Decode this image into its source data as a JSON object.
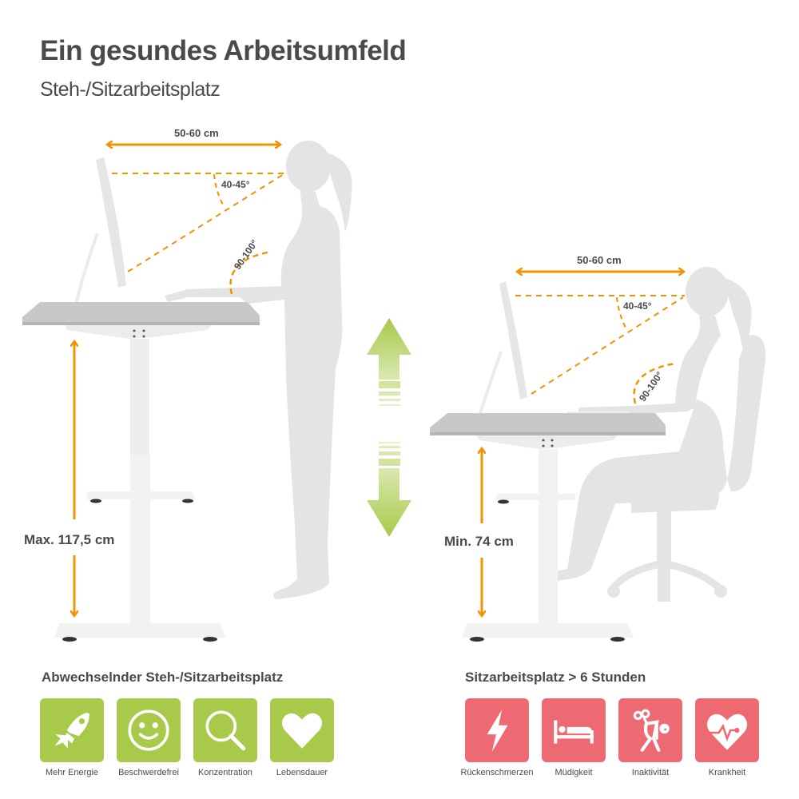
{
  "header": {
    "title": "Ein gesundes Arbeitsumfeld",
    "subtitle": "Steh-/Sitzarbeitsplatz"
  },
  "colors": {
    "accent_orange": "#f39200",
    "benefit_green": "#a8c94a",
    "risk_red": "#ee6a73",
    "silhouette_gray": "#e4e4e4",
    "desktop_gray": "#c8c8c8",
    "text_dark": "#4a4a4a"
  },
  "standing": {
    "distance_label": "50-60 cm",
    "view_angle_label": "40-45°",
    "elbow_angle_label": "90-100°",
    "height_label": "Max. 117,5 cm"
  },
  "adjust_arrow": {
    "icon": "up-down-arrow-icon"
  },
  "sitting": {
    "distance_label": "50-60 cm",
    "view_angle_label": "40-45°",
    "elbow_angle_label": "90-100°",
    "height_label": "Min. 74 cm"
  },
  "benefits": {
    "title": "Abwechselnder Steh-/Sitzarbeitsplatz",
    "items": [
      {
        "label": "Mehr Energie",
        "icon": "rocket-icon"
      },
      {
        "label": "Beschwerdefrei",
        "icon": "smiley-icon"
      },
      {
        "label": "Konzentration",
        "icon": "magnifier-icon"
      },
      {
        "label": "Lebensdauer",
        "icon": "heart-icon"
      }
    ]
  },
  "risks": {
    "title": "Sitzarbeitsplatz > 6 Stunden",
    "items": [
      {
        "label": "Rückenschmerzen",
        "icon": "lightning-icon"
      },
      {
        "label": "Müdigkeit",
        "icon": "bed-icon"
      },
      {
        "label": "Inaktivität",
        "icon": "windup-person-icon"
      },
      {
        "label": "Krankheit",
        "icon": "heartbeat-icon"
      }
    ]
  }
}
